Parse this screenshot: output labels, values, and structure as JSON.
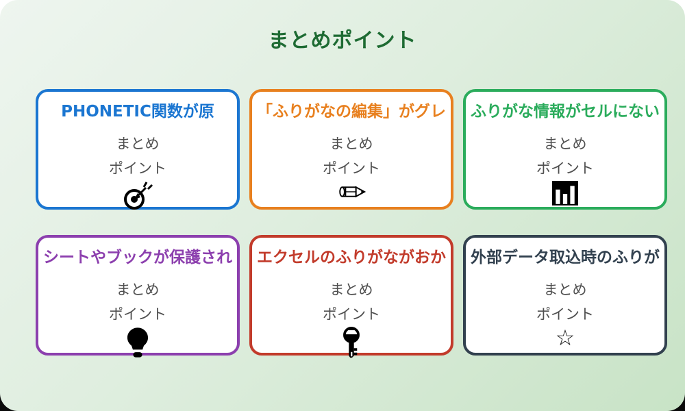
{
  "page": {
    "title": "まとめポイント",
    "title_color": "#1E6B33",
    "background_gradient_start": "#EEF5EF",
    "background_gradient_end": "#C8E3C6",
    "card_background": "#FFFFFF",
    "subtitle_text_color": "#4F4F4F",
    "icon_color": "#000000"
  },
  "card_common": {
    "subtitle_line1": "まとめ",
    "subtitle_line2": "ポイント"
  },
  "cards": [
    {
      "title": "PHONETIC関数が原",
      "accent_color": "#1B76D1",
      "icon": "target-dart-icon"
    },
    {
      "title": "「ふりがなの編集」がグレ",
      "accent_color": "#E8801F",
      "icon": "pencil-icon"
    },
    {
      "title": "ふりがな情報がセルにない",
      "accent_color": "#2BAC5C",
      "icon": "bar-chart-icon"
    },
    {
      "title": "シートやブックが保護され",
      "accent_color": "#8C3FAE",
      "icon": "lightbulb-icon"
    },
    {
      "title": "エクセルのふりがながおか",
      "accent_color": "#C23B2B",
      "icon": "key-icon"
    },
    {
      "title": "外部データ取込時のふりが",
      "accent_color": "#32414F",
      "icon": "star-icon",
      "icon_glyph": "☆"
    }
  ]
}
